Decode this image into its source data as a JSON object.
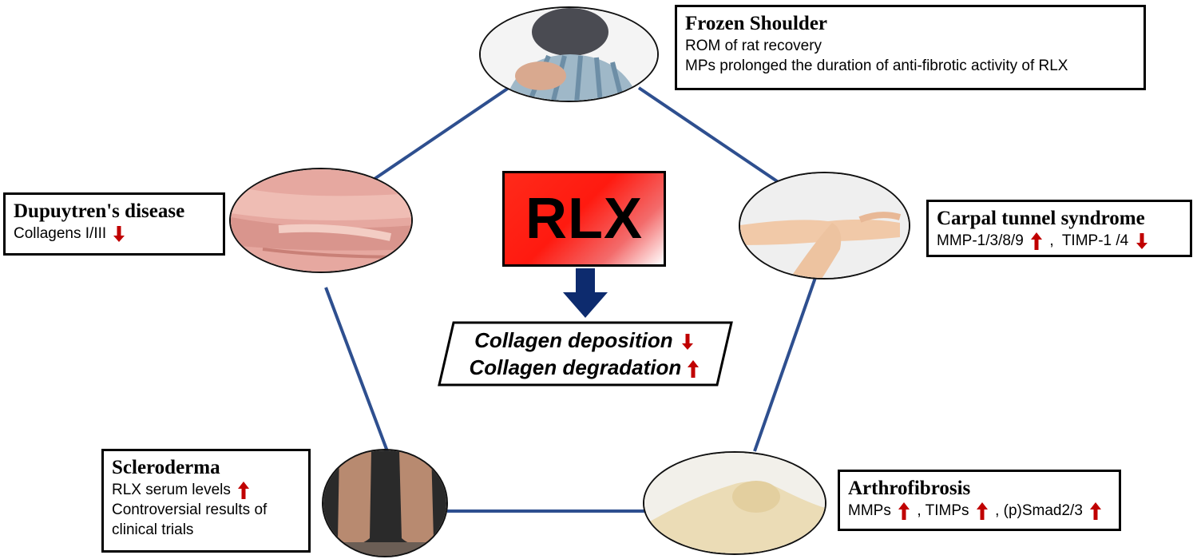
{
  "center": {
    "label": "RLX",
    "effects": [
      {
        "text": "Collagen deposition",
        "arrow": "down"
      },
      {
        "text": "Collagen degradation",
        "arrow": "up"
      }
    ]
  },
  "conditions": [
    {
      "title": "Frozen Shoulder",
      "lines": [
        {
          "segments": [
            {
              "text": "ROM of rat recovery"
            }
          ]
        },
        {
          "segments": [
            {
              "text": "MPs prolonged the duration of anti-fibrotic activity of RLX"
            }
          ]
        }
      ]
    },
    {
      "title": "Dupuytren's disease",
      "lines": [
        {
          "segments": [
            {
              "text": "Collagens I/III",
              "arrow": "down"
            }
          ]
        }
      ]
    },
    {
      "title": "Carpal tunnel syndrome",
      "lines": [
        {
          "segments": [
            {
              "text": "MMP-1/3/8/9",
              "arrow": "up"
            },
            {
              "text": ",  TIMP-1 /4",
              "arrow": "down"
            }
          ]
        }
      ]
    },
    {
      "title": "Scleroderma",
      "lines": [
        {
          "segments": [
            {
              "text": "RLX serum levels",
              "arrow": "up"
            }
          ]
        },
        {
          "segments": [
            {
              "text": "Controversial results of"
            }
          ]
        },
        {
          "segments": [
            {
              "text": "clinical trials"
            }
          ]
        }
      ]
    },
    {
      "title": "Arthrofibrosis",
      "lines": [
        {
          "segments": [
            {
              "text": "MMPs",
              "arrow": "up"
            },
            {
              "text": ", TIMPs",
              "arrow": "up"
            },
            {
              "text": ", (p)Smad2/3",
              "arrow": "up"
            }
          ]
        }
      ]
    }
  ],
  "colors": {
    "pentagon_line": "#2e4f8f",
    "up_arrow": "#c00000",
    "down_arrow": "#c00000",
    "central_arrow": "#0d2b6e"
  }
}
